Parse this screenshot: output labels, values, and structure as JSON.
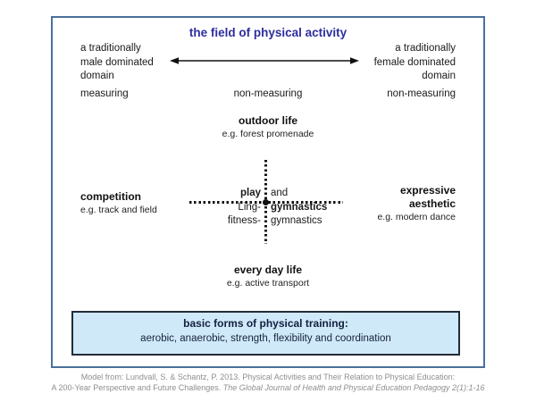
{
  "colors": {
    "frame_border": "#4a6f9b",
    "title_text": "#2e2e9f",
    "body_text": "#1a1a1a",
    "line_black": "#111111",
    "training_box_fill": "#cfe9f8",
    "training_box_border": "#232b39",
    "training_box_text": "#13203f",
    "citation_text": "#8e8e8e"
  },
  "diagram": {
    "title": "the field of physical activity",
    "axis": {
      "left_label_lines": [
        "a traditionally",
        "male dominated",
        "domain"
      ],
      "right_label_lines": [
        "a traditionally",
        "female dominated",
        "domain"
      ],
      "measuring_left": "measuring",
      "measuring_center": "non-measuring",
      "measuring_right": "non-measuring"
    },
    "nodes": {
      "outdoor": {
        "label": "outdoor life",
        "example": "e.g. forest promenade"
      },
      "competition": {
        "label": "competition",
        "example": "e.g. track and field"
      },
      "expressive": {
        "label_line1": "expressive",
        "label_line2": "aesthetic",
        "example": "e.g. modern dance"
      },
      "everyday": {
        "label": "every day life",
        "example": "e.g. active transport"
      },
      "center": {
        "play": "play",
        "and": "and",
        "ling": "Ling-",
        "gymnastics_bold": "gymnastics",
        "fitness": "fitness-",
        "gymnastics_plain": "gymnastics"
      }
    },
    "training_box": {
      "title": "basic forms of physical training:",
      "items": "aerobic, anaerobic, strength, flexibility and coordination"
    }
  },
  "citation": {
    "line1": "Model from: Lundvall, S. & Schantz, P. 2013. Physical Activities and Their Relation to Physical Education:",
    "line2_plain": "A 200-Year Perspective and Future Challenges. ",
    "line2_italic": "The Global Journal of Health and Physical Education Pedagogy 2(1):1-16"
  }
}
